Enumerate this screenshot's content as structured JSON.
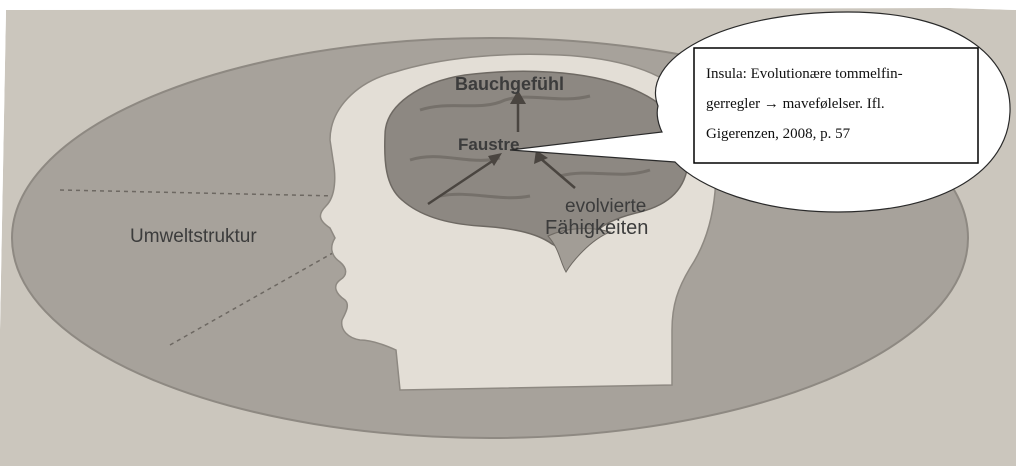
{
  "diagram": {
    "labels": {
      "bauchgefuehl": "Bauchgefühl",
      "faustregel": "Faustre",
      "evolvierte_line1": "evolvierte",
      "evolvierte_line2": "Fähigkeiten",
      "umweltstruktur": "Umweltstruktur"
    }
  },
  "callout": {
    "line1": "Insula: Evolutionære tommelfin-",
    "line2": "gerregler → mavefølelser.  Ifl.",
    "line3": "Gigerenzen, 2008, p. 57"
  },
  "colors": {
    "paper": "#c9c4bb",
    "ellipse": "#a6a19a",
    "head": "#e2ddd5",
    "brain": "#8f8a84",
    "brain_dark": "#6f6a64",
    "callout_bg": "#ffffff",
    "callout_border": "#000000"
  }
}
